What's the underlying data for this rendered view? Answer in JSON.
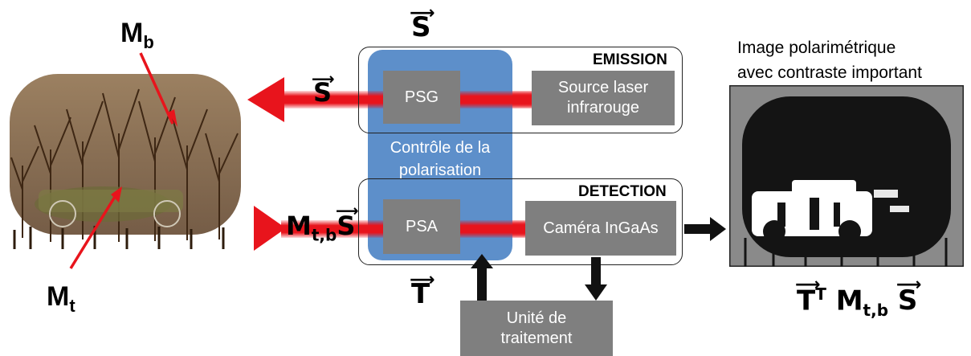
{
  "labels": {
    "mb": "M",
    "mb_sub": "b",
    "mt": "M",
    "mt_sub": "t",
    "s_top": "S",
    "s_beam": "S",
    "m_beam": "M",
    "m_beam_sub": "t,b",
    "s_in": "S",
    "t_lower": "T",
    "res_t": "T",
    "res_t_sup": "T",
    "res_m": "M",
    "res_m_sub": "t,b",
    "res_s": "S"
  },
  "emission": {
    "title": "EMISSION",
    "psg": "PSG",
    "source_line1": "Source laser",
    "source_line2": "infrarouge"
  },
  "control": {
    "line1": "Contrôle de la",
    "line2": "polarisation"
  },
  "detection": {
    "title": "DETECTION",
    "psa": "PSA",
    "camera": "Caméra InGaAs"
  },
  "processing": {
    "line1": "Unité de",
    "line2": "traitement"
  },
  "result": {
    "line1": "Image polarimétrique",
    "line2": "avec contraste important"
  },
  "colors": {
    "beam": "#e8141c",
    "control": "#4f86c6",
    "box": "#7f7f7f"
  }
}
